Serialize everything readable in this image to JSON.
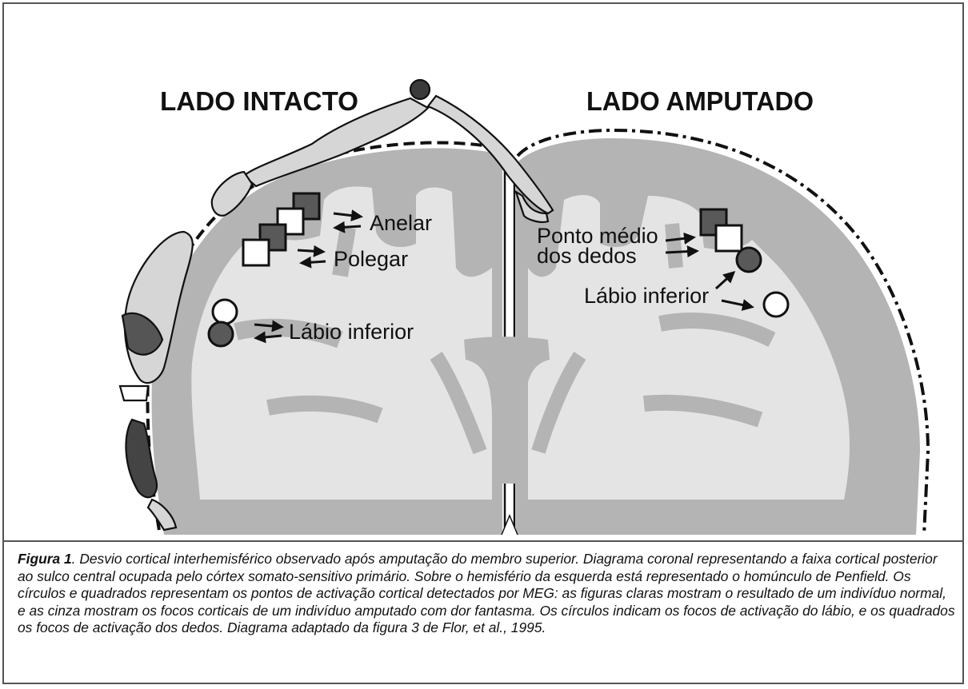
{
  "diagram": {
    "side_left_title": "LADO INTACTO",
    "side_right_title": "LADO AMPUTADO",
    "labels": {
      "anelar": "Anelar",
      "polegar": "Polegar",
      "labio_left": "Lábio inferior",
      "ponto_medio_line1": "Ponto médio",
      "ponto_medio_line2": "dos dedos",
      "labio_right": "Lábio inferior"
    },
    "colors": {
      "cortex_gray": "#b4b4b4",
      "white_matter": "#e4e4e4",
      "dark_marker": "#595959",
      "light_marker": "#ffffff",
      "outline": "#111111"
    }
  },
  "caption": {
    "label": "Figura 1",
    "text": ". Desvio cortical interhemisférico observado após amputação do membro superior. Diagrama coronal representando a faixa cortical posterior ao sulco central ocupada pelo córtex somato-sensitivo primário. Sobre o hemisfério da esquerda está representado o homúnculo de Penfield. Os círculos e quadrados representam os pontos de activação cortical detectados por MEG: as figuras claras mostram o resultado de um indivíduo normal, e as cinza mostram os focos corticais de um indivíduo amputado com dor fantasma. Os círculos indicam os focos de activação do lábio, e os quadrados os focos de activação dos dedos. Diagrama adaptado da figura 3 de Flor, et al., 1995."
  }
}
